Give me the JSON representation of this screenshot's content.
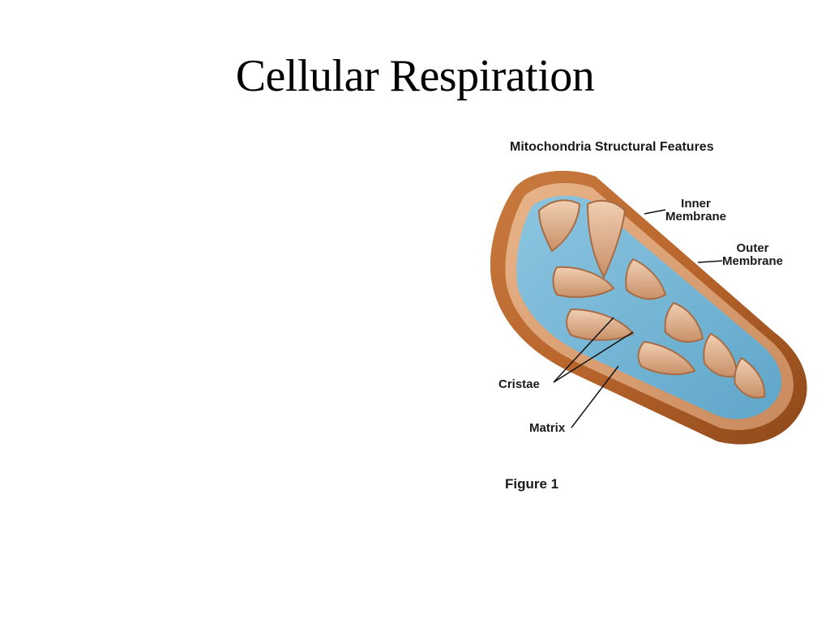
{
  "slide": {
    "title": "Cellular Respiration"
  },
  "figure": {
    "heading": "Mitochondria Structural Features",
    "caption": "Figure 1",
    "labels": {
      "inner_line1": "Inner",
      "inner_line2": "Membrane",
      "outer_line1": "Outer",
      "outer_line2": "Membrane",
      "cristae": "Cristae",
      "matrix": "Matrix"
    },
    "colors": {
      "outer_membrane": "#b8652c",
      "inner_membrane": "#e4b48e",
      "matrix": "#74b6d6",
      "background": "#ffffff"
    }
  }
}
